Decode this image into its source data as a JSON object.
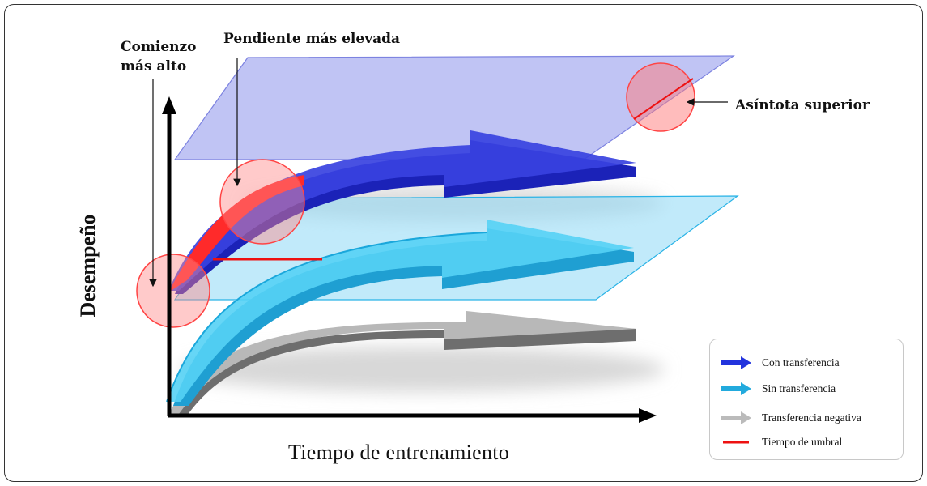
{
  "labels": {
    "higher_start": "Comienzo\nmás alto",
    "steeper_slope": "Pendiente más elevada",
    "upper_asymptote": "Asíntota superior",
    "x_axis": "Tiempo de entrenamiento",
    "y_axis": "Desempeño"
  },
  "legend": {
    "items": [
      {
        "label": "Con transferencia",
        "color": "#2233dd",
        "kind": "arrow"
      },
      {
        "label": "Sin transferencia",
        "color": "#22aadd",
        "kind": "arrow"
      },
      {
        "label": "Transferencia negativa",
        "color": "#bbbbbb",
        "kind": "arrow"
      },
      {
        "label": "Tiempo de umbral",
        "color": "#ee1111",
        "kind": "line"
      }
    ]
  },
  "colors": {
    "with_transfer": "#2a35d8",
    "without_transfer": "#2ab3e6",
    "negative_transfer": "#8a8a8a",
    "highlight": "#ff2a2a",
    "upper_plane": "#9aa0ee",
    "middle_plane": "#8ed8f5"
  }
}
